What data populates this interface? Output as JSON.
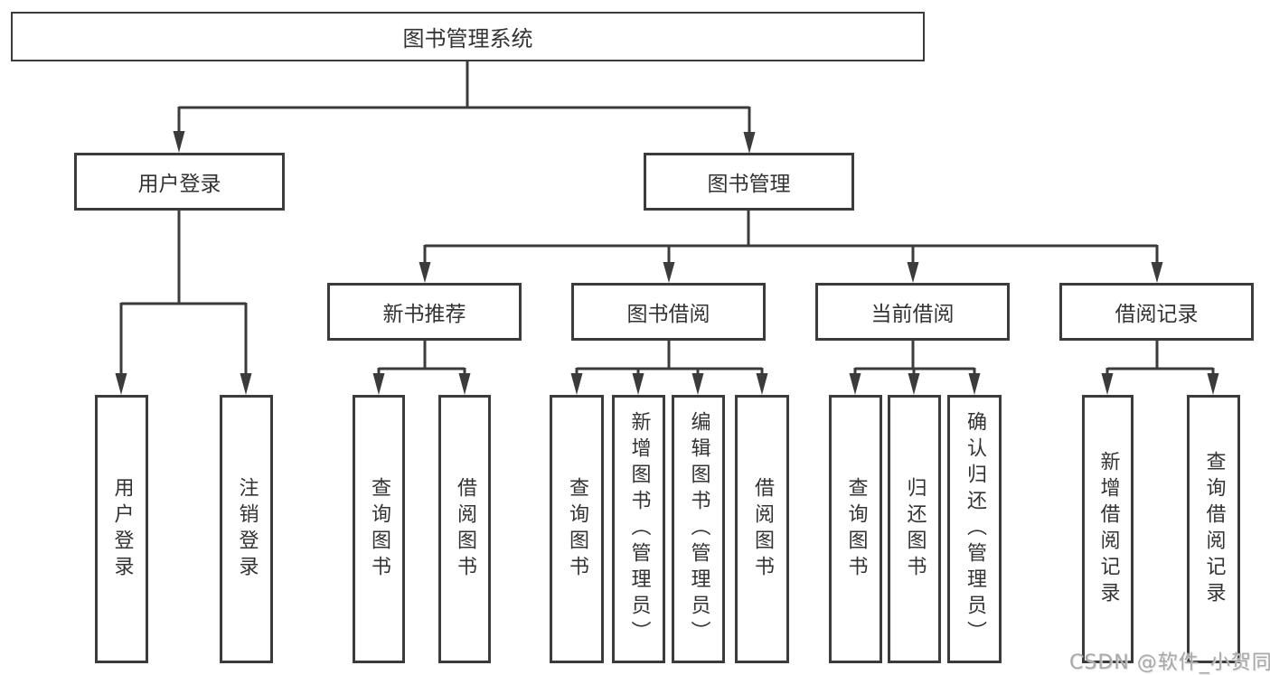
{
  "nodes": {
    "root": "图书管理系统",
    "user_login": "用户登录",
    "book_mgmt": "图书管理",
    "new_books": "新书推荐",
    "book_borrow": "图书借阅",
    "current_borrow": "当前借阅",
    "borrow_records": "借阅记录",
    "user_login_children": [
      "用户登录",
      "注销登录"
    ],
    "new_books_children": [
      "查询图书",
      "借阅图书"
    ],
    "book_borrow_children": [
      "查询图书",
      "新增图书（管理员）",
      "编辑图书（管理员）",
      "借阅图书"
    ],
    "current_borrow_children": [
      "查询图书",
      "归还图书",
      "确认归还（管理员）"
    ],
    "borrow_records_children": [
      "新增借阅记录",
      "查询借阅记录"
    ]
  },
  "watermark": "CSDN @软件_小贺同学",
  "colors": {
    "line": "#3b3b3b",
    "text": "#333333",
    "watermark": "#a8a8a8",
    "background": "#ffffff"
  }
}
